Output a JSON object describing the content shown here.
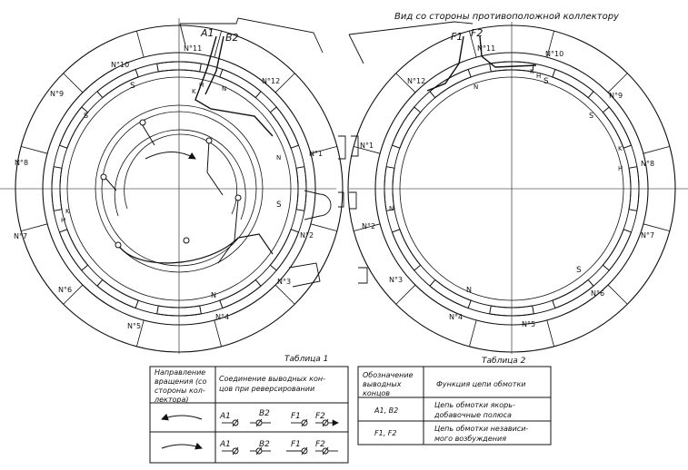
{
  "header": {
    "view_caption": "Вид со стороны противоположной коллектору"
  },
  "left_diagram": {
    "lead_labels": [
      "A1",
      "B2"
    ],
    "pole_labels": [
      "N°11",
      "N°10",
      "N°12",
      "N°9",
      "N°1",
      "N°8",
      "N°2",
      "N°7",
      "N°3",
      "N°6",
      "N°4",
      "N°5"
    ],
    "pole_letters": [
      "S",
      "N",
      "S",
      "N",
      "S",
      "N",
      "K",
      "H",
      "K",
      "H"
    ]
  },
  "right_diagram": {
    "lead_labels": [
      "F1",
      "F2"
    ],
    "pole_labels": [
      "N°11",
      "N°10",
      "N°12",
      "N°9",
      "N°1",
      "N°8",
      "N°2",
      "N°7",
      "N°3",
      "N°6",
      "N°4",
      "N°5"
    ],
    "pole_letters": [
      "S",
      "N",
      "S",
      "N",
      "S",
      "N",
      "K",
      "H",
      "K",
      "H"
    ]
  },
  "table1": {
    "title": "Таблица 1",
    "col1_header": [
      "Направление",
      "вращения (со",
      "стороны кол-",
      "лектора)"
    ],
    "col2_header": [
      "Соединение выводных кон-",
      "цов при реверсировании"
    ],
    "rows": [
      {
        "terminals": [
          "A1",
          "B2",
          "F1",
          "F2"
        ]
      },
      {
        "terminals": [
          "A1",
          "B2",
          "F1",
          "F2"
        ]
      }
    ]
  },
  "table2": {
    "title": "Таблица 2",
    "col1_header": [
      "Обозначение",
      "выводных",
      "концов"
    ],
    "col2_header": "Функция цепи обмотки",
    "rows": [
      {
        "designation": "A1, B2",
        "function": [
          "Цепь обмотки якорь-",
          "добавочные полюса"
        ]
      },
      {
        "designation": "F1, F2",
        "function": [
          "Цепь обмотки независи-",
          "мого возбуждения"
        ]
      }
    ]
  }
}
